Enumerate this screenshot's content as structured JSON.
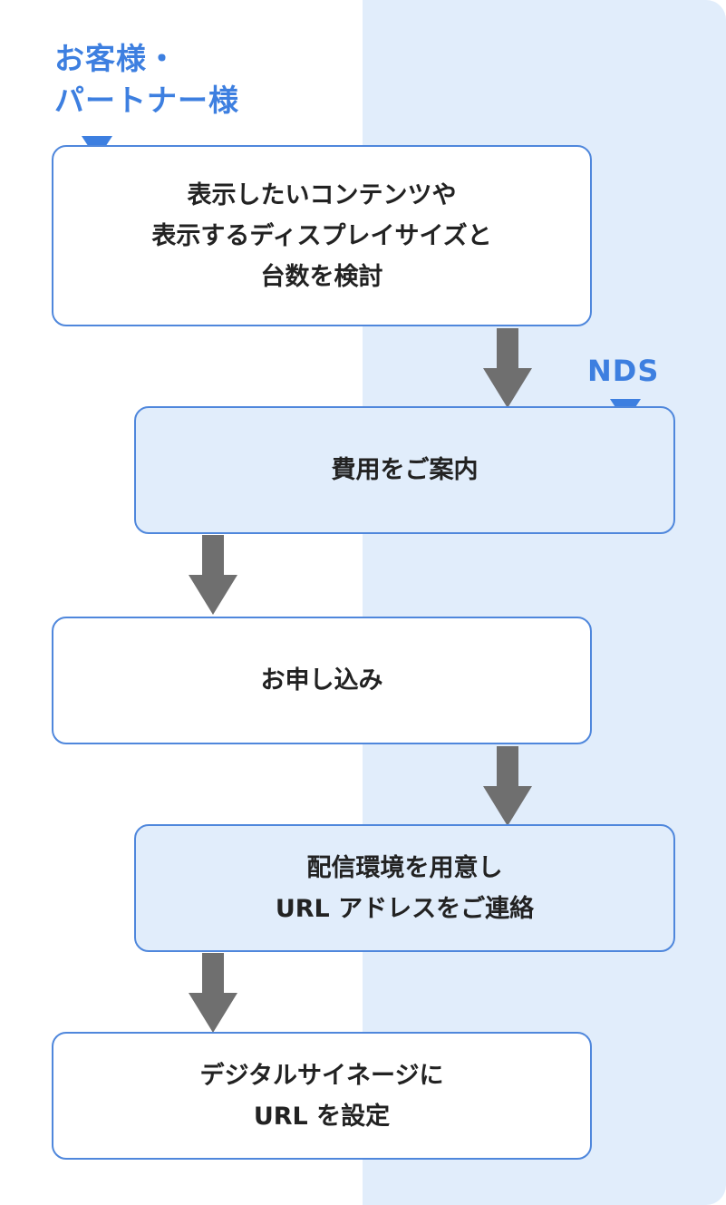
{
  "lanes": {
    "left_label": "お客様・\nパートナー様",
    "right_label": "NDS"
  },
  "steps": [
    {
      "text": "表示したいコンテンツや\n表示するディスプレイサイズと\n台数を検討",
      "lane": "left"
    },
    {
      "text": "費用をご案内",
      "lane": "right"
    },
    {
      "text": "お申し込み",
      "lane": "left"
    },
    {
      "text": "配信環境を用意し\nURL アドレスをご連絡",
      "lane": "right"
    },
    {
      "text": "デジタルサイネージに\nURL を設定",
      "lane": "left"
    }
  ],
  "colors": {
    "accent": "#3d7fe0",
    "lane_background": "#e1edfb",
    "box_border": "#4f87dc",
    "arrow": "#6f6f6f"
  }
}
